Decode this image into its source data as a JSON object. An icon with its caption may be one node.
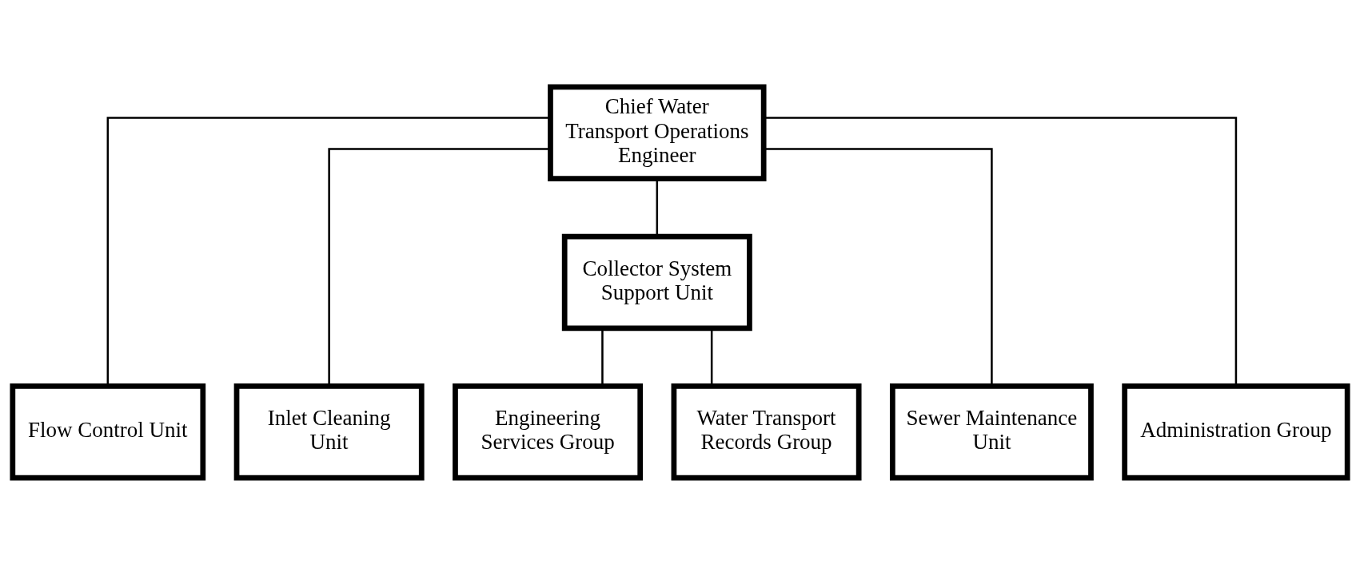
{
  "diagram": {
    "nodes": [
      {
        "text": [
          "Chief Water Transport Operations Engineer"
        ]
      },
      {
        "text": [
          "Flow Control Unit"
        ]
      },
      {
        "text": [
          "Inlet Cleaning Unit"
        ]
      },
      {
        "text": [
          "Collector System Support Unit"
        ]
      },
      {
        "text": [
          "Sewer Maintenance Unit"
        ]
      },
      {
        "text": [
          "Administration Group"
        ]
      },
      {
        "text": [
          "Engineering Services Group"
        ]
      },
      {
        "text": [
          "Water Transport Records Group"
        ]
      }
    ],
    "edges": [
      {
        "from": 0,
        "to": 5,
        "arrow": "none"
      },
      {
        "from": 0,
        "to": 1,
        "arrow": "none"
      },
      {
        "from": 0,
        "to": 2,
        "arrow": "none"
      },
      {
        "from": 0,
        "to": 3,
        "arrow": "none"
      },
      {
        "from": 0,
        "to": 4,
        "arrow": "none"
      },
      {
        "from": 3,
        "to": 6,
        "arrow": "none"
      },
      {
        "from": 3,
        "to": 7,
        "arrow": "none"
      }
    ]
  }
}
